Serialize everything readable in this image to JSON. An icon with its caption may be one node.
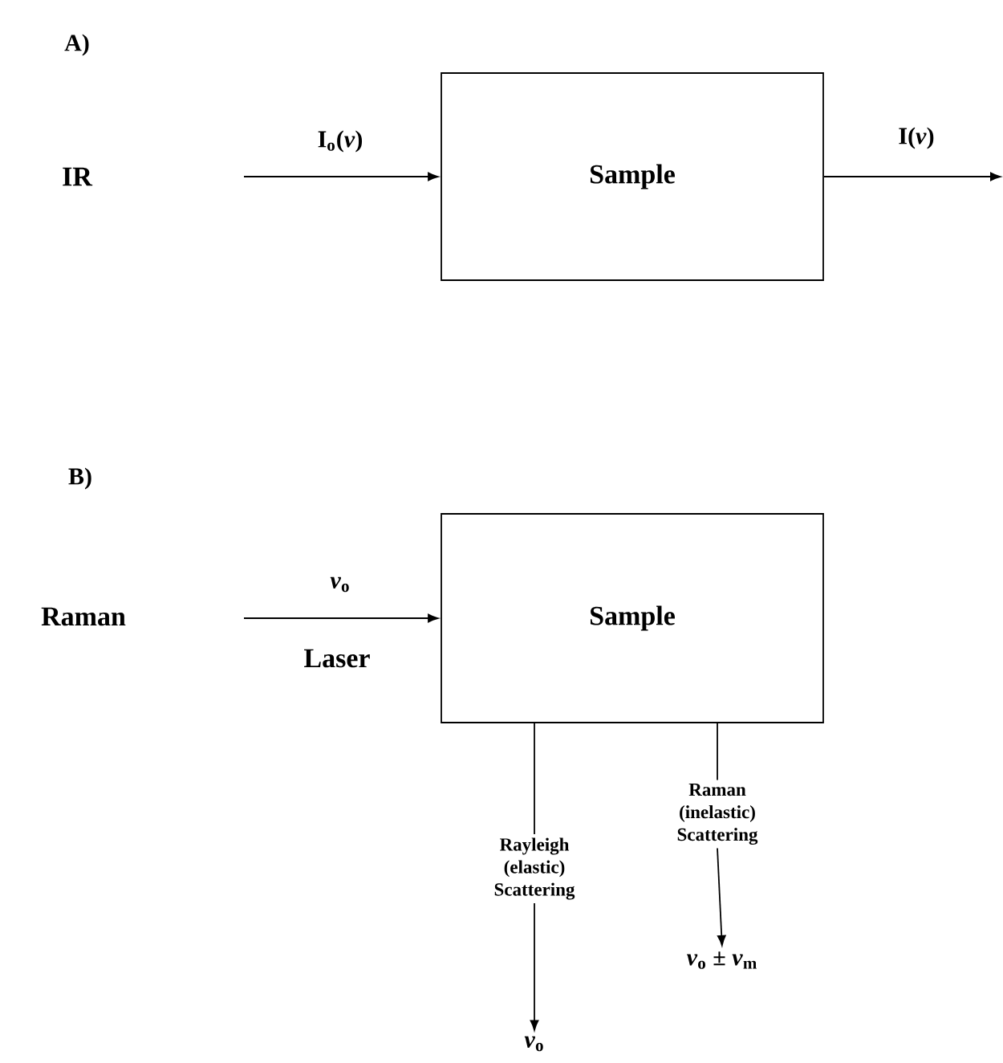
{
  "diagram": {
    "nodes": [
      {
        "text": [
          "Sample"
        ]
      },
      {
        "text": [
          "Sample"
        ]
      },
      {
        "text": [
          "Rayleigh (elastic) Scattering"
        ]
      },
      {
        "text": [
          "Raman (inelastic) Scattering"
        ]
      },
      {
        "text": [
          "*ν*$_{o}$"
        ]
      },
      {
        "text": [
          "*ν*$_{o}$ ± *ν*$_{m}$"
        ]
      }
    ],
    "edges": [
      {
        "from": null,
        "to": 0,
        "arrow": "to",
        "label": "I$_{o}$(*ν*)"
      },
      {
        "from": 0,
        "to": null,
        "arrow": "to",
        "label": "I(*ν*)"
      },
      {
        "from": null,
        "to": 1,
        "arrow": "to",
        "label": "*ν*$_{o}$"
      },
      {
        "from": 1,
        "to": 2,
        "arrow": "none"
      },
      {
        "from": 2,
        "to": 4,
        "arrow": "to"
      },
      {
        "from": 1,
        "to": 3,
        "arrow": "none"
      },
      {
        "from": 3,
        "to": 5,
        "arrow": "to"
      }
    ],
    "labels": [
      "A)",
      "IR",
      "B)",
      "Raman",
      "Laser"
    ]
  }
}
